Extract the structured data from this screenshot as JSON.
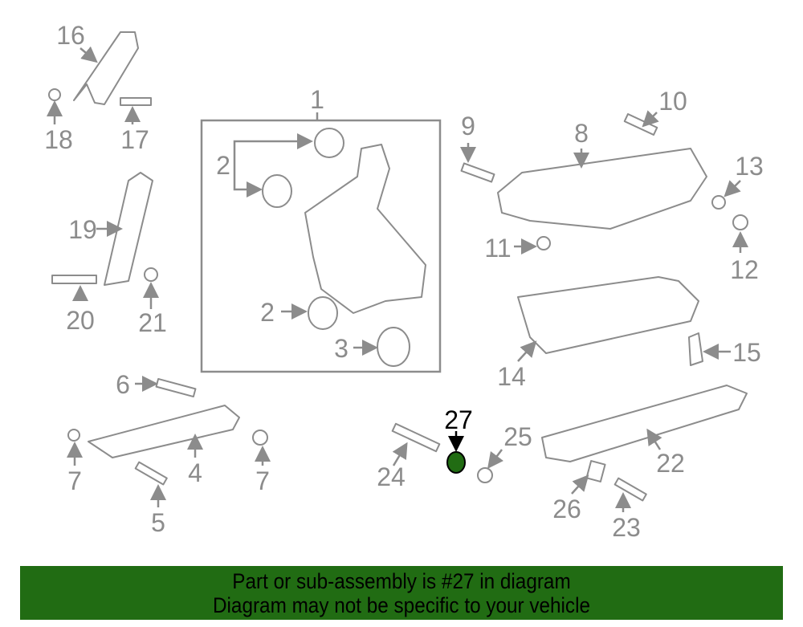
{
  "diagram": {
    "callouts": [
      "16",
      "18",
      "17",
      "1",
      "2",
      "2",
      "3",
      "9",
      "10",
      "8",
      "13",
      "11",
      "12",
      "19",
      "20",
      "21",
      "14",
      "15",
      "6",
      "4",
      "7",
      "7",
      "5",
      "27",
      "25",
      "24",
      "22",
      "26",
      "23"
    ],
    "highlighted_part": "27",
    "highlight_color": "#216c13"
  },
  "banner": {
    "line1": "Part or sub-assembly is #27 in diagram",
    "line2": "Diagram may not be specific to your vehicle",
    "color": "#216c13"
  }
}
